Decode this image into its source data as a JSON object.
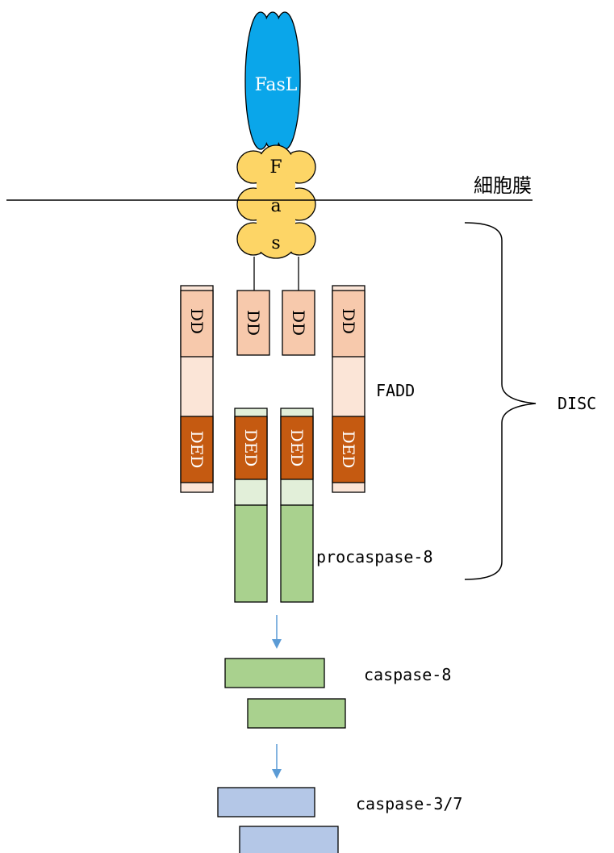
{
  "labels": {
    "fasl": "FasL",
    "fas_letters": [
      "F",
      "a",
      "s"
    ],
    "membrane": "細胞膜",
    "dd": "DD",
    "ded": "DED",
    "fadd": "FADD",
    "procaspase8": "procaspase-8",
    "disc": "DISC",
    "caspase8": "caspase-8",
    "caspase37": "caspase-3/7"
  },
  "colors": {
    "fasl": "#0aa6ea",
    "fas": "#fdd566",
    "dd": "#f7c9ac",
    "fadd_linker": "#fbe5d7",
    "ded": "#c55a11",
    "pro_linker": "#e2efd9",
    "caspase8": "#a9d18e",
    "caspase37": "#b4c7e7",
    "arrow": "#5b9bd5"
  }
}
